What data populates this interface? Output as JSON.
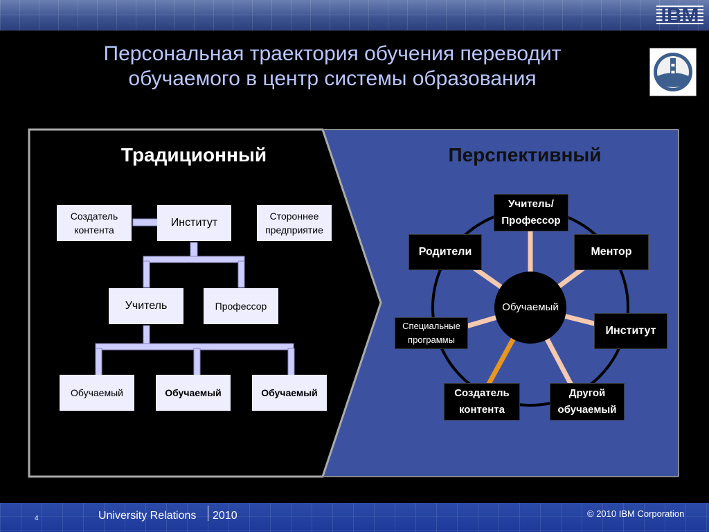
{
  "header": {
    "title_line1": "Персональная траектория обучения переводит",
    "title_line2": "обучаемого в центр системы образования",
    "logo_text": "IBM"
  },
  "traditional": {
    "heading": "Традиционный",
    "content_creator": [
      "Создатель",
      "контента"
    ],
    "institute": "Институт",
    "third_party": [
      "Стороннее",
      "предприятие"
    ],
    "teacher": "Учитель",
    "professor": "Профессор",
    "learners": [
      "Обучаемый",
      "Обучаемый",
      "Обучаемый"
    ]
  },
  "perspective": {
    "heading": "Перспективный",
    "center": "Обучаемый",
    "teacher_professor": [
      "Учитель/",
      "Профессор"
    ],
    "parents": "Родители",
    "mentor": "Ментор",
    "institute": "Институт",
    "special_programs": [
      "Специальные",
      "программы"
    ],
    "content_creator": [
      "Создатель",
      "контента"
    ],
    "other_learner": [
      "Другой",
      "обучаемый"
    ]
  },
  "colors": {
    "title": "#b8c6ff",
    "panel_blue": "#3c52a0",
    "lavender_box": "#eeeeff",
    "connector": "#ccccff",
    "spoke": "#f4c9b0",
    "spoke_highlight": "#e8961e",
    "footer": "#2a47a6"
  },
  "footer": {
    "page_number": "4",
    "org": "University Relations",
    "year": "2010",
    "copyright": "© 2010 IBM Corporation"
  }
}
